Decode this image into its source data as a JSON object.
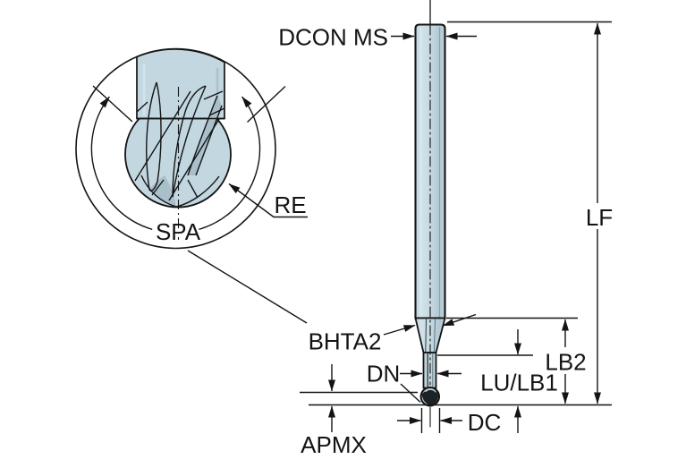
{
  "diagram": {
    "type": "technical-drawing",
    "subject": "ball-nose-end-mill-dimension-diagram",
    "labels": {
      "connection_diameter": "DCON MS",
      "functional_length": "LF",
      "helix_angle": "SPA",
      "corner_radius": "RE",
      "neck_taper_angle": "BHTA2",
      "neck_diameter": "DN",
      "usable_length": "LU/LB1",
      "body_length": "LB2",
      "cutting_diameter": "DC",
      "max_cutting_depth": "APMX"
    },
    "colors": {
      "tool_fill": "#c3d7e0",
      "tool_fill_dark": "#a9bfca",
      "line": "#141414",
      "background": "#ffffff"
    }
  }
}
